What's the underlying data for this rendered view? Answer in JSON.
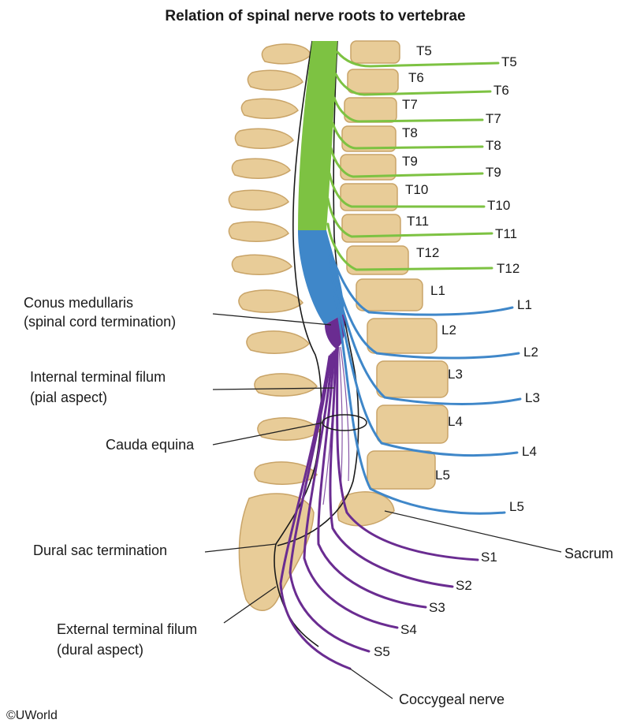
{
  "title": "Relation of spinal nerve roots to vertebrae",
  "copyright": "©UWorld",
  "colors": {
    "thoracic": "#7dc242",
    "lumbar": "#3f87c9",
    "sacral": "#6a2c91",
    "bone": "#e8cc98",
    "bone_dark": "#c9a468",
    "leader": "#222222"
  },
  "vertebra_labels": [
    "T5",
    "T6",
    "T7",
    "T8",
    "T9",
    "T10",
    "T11",
    "T12",
    "L1",
    "L2",
    "L3",
    "L4",
    "L5"
  ],
  "nerves": {
    "thoracic": [
      "T5",
      "T6",
      "T7",
      "T8",
      "T9",
      "T10",
      "T11",
      "T12"
    ],
    "lumbar": [
      "L1",
      "L2",
      "L3",
      "L4",
      "L5"
    ],
    "sacral": [
      "S1",
      "S2",
      "S3",
      "S4",
      "S5"
    ]
  },
  "callouts": {
    "conus_line1": "Conus medullaris",
    "conus_line2": "(spinal cord termination)",
    "internal_line1": "Internal terminal filum",
    "internal_line2": "(pial aspect)",
    "cauda": "Cauda equina",
    "dural_sac": "Dural sac termination",
    "external_line1": "External terminal filum",
    "external_line2": "(dural aspect)",
    "sacrum": "Sacrum",
    "coccygeal": "Coccygeal nerve"
  }
}
